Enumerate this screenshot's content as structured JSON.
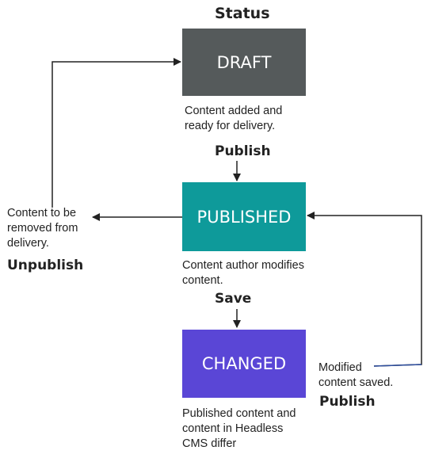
{
  "diagram": {
    "title": "Status",
    "states": {
      "draft": {
        "label": "DRAFT",
        "color": "#555a5b",
        "description": [
          "Content added and",
          "ready for delivery."
        ]
      },
      "published": {
        "label": "PUBLISHED",
        "color": "#0e9a9a",
        "description": [
          "Content author modifies",
          "content."
        ]
      },
      "changed": {
        "label": "CHANGED",
        "color": "#5a46d6",
        "description": [
          "Published content and",
          "content in Headless",
          "CMS differ"
        ]
      }
    },
    "transitions": {
      "publish_from_draft": "Publish",
      "save": "Save",
      "unpublish": "Unpublish",
      "publish_from_changed": "Publish"
    },
    "notes": {
      "unpublish": [
        "Content to be",
        "removed from",
        "delivery."
      ],
      "modified": [
        "Modified",
        "content saved."
      ]
    },
    "line_color": "#222222",
    "link_line_color": "#2f4fa0"
  }
}
